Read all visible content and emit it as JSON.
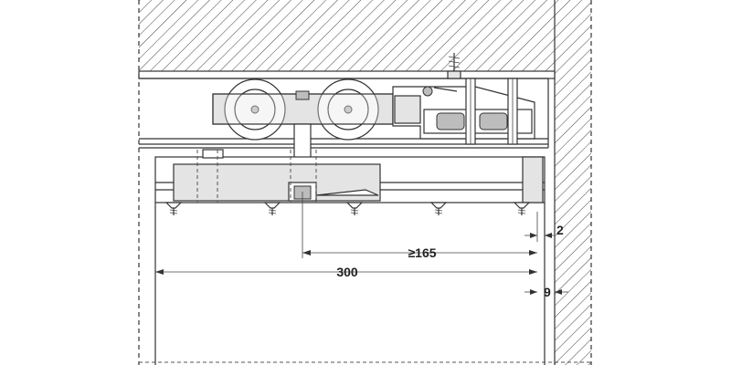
{
  "dimensions": {
    "overlap": "2",
    "min_distance": "≥165",
    "length": "300",
    "gap": "9"
  }
}
